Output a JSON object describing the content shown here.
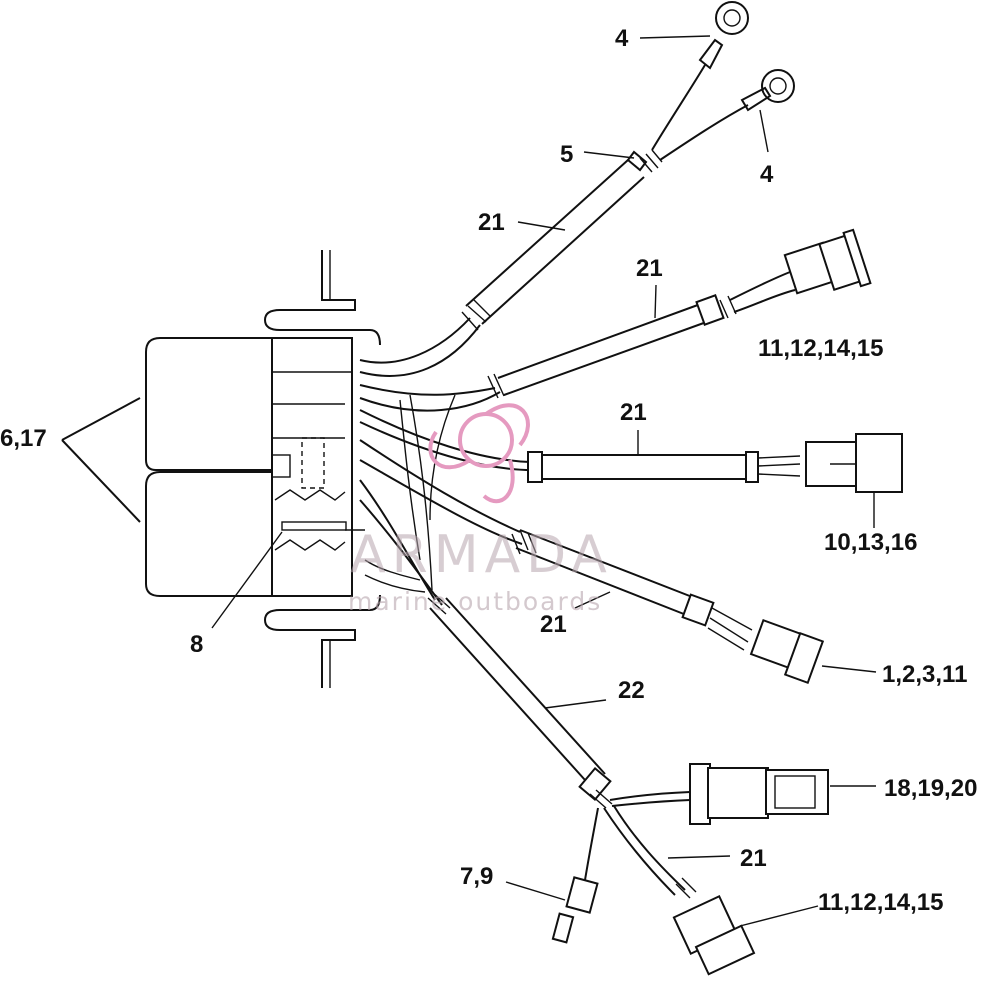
{
  "callouts": {
    "c4a": "4",
    "c4b": "4",
    "c5": "5",
    "c21a": "21",
    "c21b": "21",
    "c21c": "21",
    "c21d": "21",
    "c21e": "21",
    "c22": "22",
    "c8": "8",
    "c6_17": "6,17",
    "c11_12_14_15_a": "11,12,14,15",
    "c10_13_16": "10,13,16",
    "c1_2_3_11": "1,2,3,11",
    "c18_19_20": "18,19,20",
    "c7_9": "7,9",
    "c11_12_14_15_b": "11,12,14,15"
  },
  "watermark": {
    "brand": "ARMADA",
    "tagline": "marine outboards",
    "color": "#e59ac0"
  },
  "colors": {
    "line": "#111111",
    "background": "#ffffff"
  }
}
